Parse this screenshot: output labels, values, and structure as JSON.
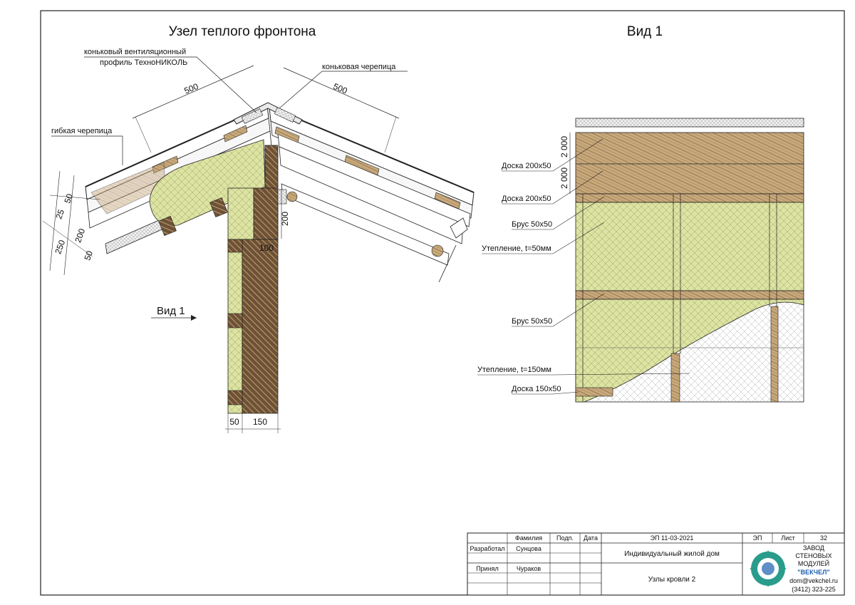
{
  "titles": {
    "left": "Узел теплого фронтона",
    "right": "Вид 1"
  },
  "left_labels": {
    "ridge_profile_1": "коньковый вентиляционный",
    "ridge_profile_2": "профиль ТехноНИКОЛЬ",
    "ridge_tile": "коньковая черепица",
    "flexible_tile": "гибкая черепица",
    "view_marker": "Вид 1"
  },
  "left_dims": {
    "d500a": "500",
    "d500b": "500",
    "d50a": "50",
    "d25": "25",
    "d200a": "200",
    "d250": "250",
    "d50b": "50",
    "d200b": "200",
    "d100": "100",
    "d50c": "50",
    "d150": "150"
  },
  "right_labels": {
    "board1": "Доска 200x50",
    "board2": "Доска 200x50",
    "beam1": "Брус 50x50",
    "insul50": "Утепление, t=50мм",
    "beam2": "Брус 50x50",
    "insul150": "Утепление, t=150мм",
    "board150": "Доска 150x50",
    "dim1": "2 000",
    "dim2": "2 000"
  },
  "stamp": {
    "h_surname": "Фамилия",
    "h_sign": "Подп.",
    "h_date": "Дата",
    "code": "ЭП 11-03-2021",
    "stage_h": "ЭП",
    "sheet_h": "Лист",
    "sheet_no": "32",
    "r1_role": "Разработал",
    "r1_name": "Сунцова",
    "r2_role": "Принял",
    "r2_name": "Чураков",
    "project": "Индивидуальный жилой дом",
    "drawing": "Узлы кровли 2",
    "company_1": "ЗАВОД",
    "company_2": "СТЕНОВЫХ",
    "company_3": "МОДУЛЕЙ",
    "company_4": "\"ВЕКЧЕЛ\"",
    "email": "dom@vekchel.ru",
    "phone": "(3412) 323-225"
  },
  "colors": {
    "wood": "#c8a97c",
    "wood_dark": "#8a6a45",
    "insulation": "#dde3a3",
    "line": "#222222",
    "brand_green": "#2a9c8c",
    "brand_text": "#1d5fb0"
  }
}
